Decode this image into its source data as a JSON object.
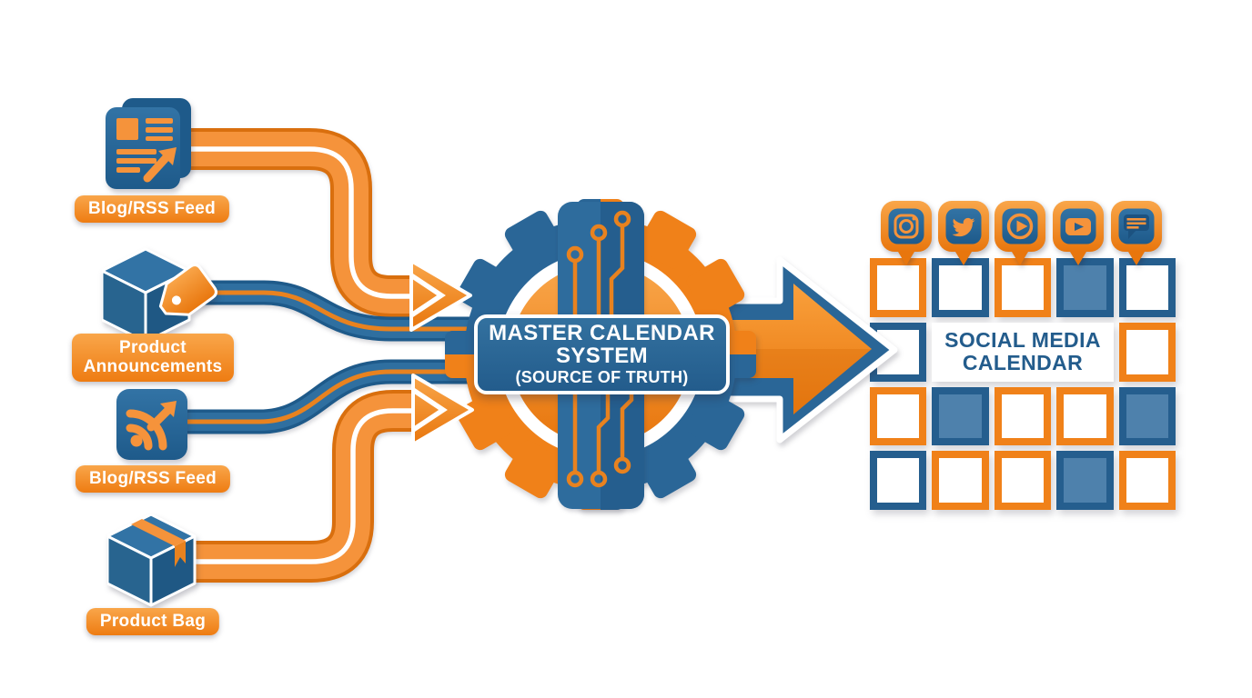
{
  "colors": {
    "orange": "#F08119",
    "orange_light": "#F9A64A",
    "orange_dark": "#E8760D",
    "blue": "#2A6697",
    "blue_dark": "#1E5A8A",
    "blue_cell_fill": "#4E81AC",
    "white": "#FFFFFF"
  },
  "sources": [
    {
      "label": "Blog/RSS Feed",
      "icon": "blog-rss-document-icon"
    },
    {
      "label": "Product Announcements",
      "icon": "product-cube-tag-icon"
    },
    {
      "label": "Blog/RSS Feed",
      "icon": "rss-feed-icon"
    },
    {
      "label": "Product Bag",
      "icon": "product-box-icon"
    }
  ],
  "center": {
    "title": "MASTER CALENDAR SYSTEM",
    "subtitle": "(SOURCE OF TRUTH)"
  },
  "calendar": {
    "title": "SOCIAL MEDIA CALENDAR",
    "social_icons": [
      "instagram-icon",
      "twitter-icon",
      "play-icon",
      "youtube-icon",
      "chat-icon"
    ],
    "cells": [
      [
        "orange",
        "blue",
        "orange",
        "blue-filled",
        "blue"
      ],
      [
        "blue",
        "label",
        "orange"
      ],
      [
        "orange",
        "blue-filled",
        "orange",
        "orange",
        "blue-filled"
      ],
      [
        "blue",
        "orange",
        "orange",
        "blue-filled",
        "orange"
      ]
    ]
  }
}
